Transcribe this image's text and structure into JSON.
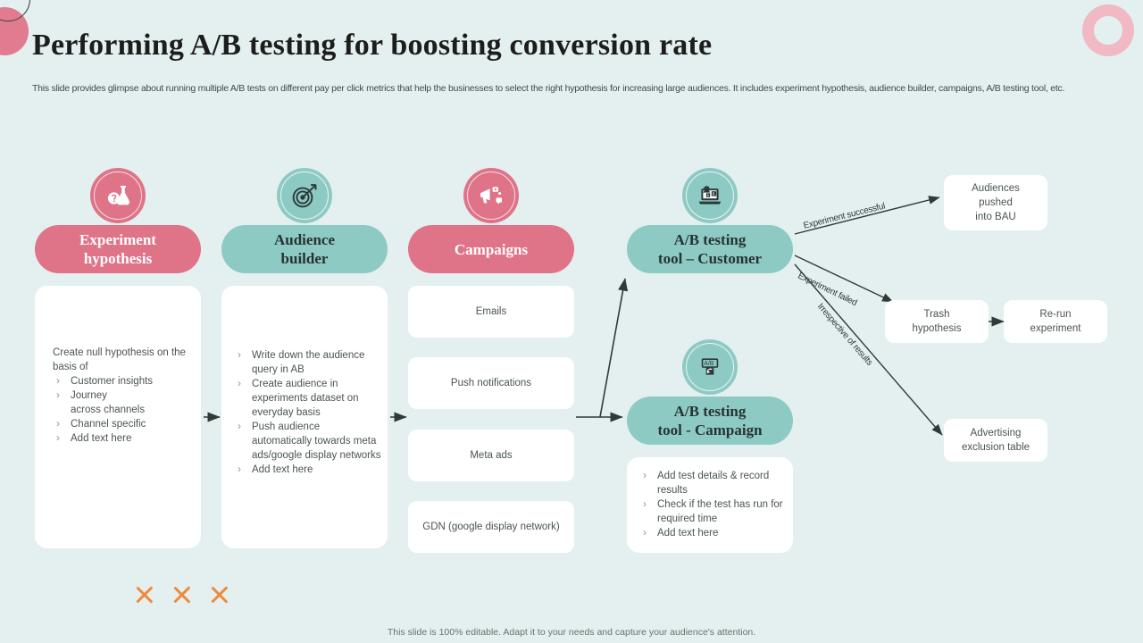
{
  "slide": {
    "title": "Performing A/B testing for boosting conversion rate",
    "subtitle": "This slide provides glimpse about running multiple A/B tests on different pay per click metrics that help the businesses to select the right hypothesis for increasing large audiences. It includes experiment hypothesis, audience builder, campaigns, A/B testing tool, etc.",
    "footer": "This slide is 100% editable. Adapt it to your needs and capture your audience's attention."
  },
  "colors": {
    "background": "#e4f0ef",
    "pink": "#df7489",
    "teal": "#8ecac4",
    "card": "#ffffff",
    "accent_orange": "#ef8a3c",
    "deco_pink_ring": "#f0b9c4",
    "text": "#4a5452"
  },
  "pillars": [
    {
      "id": "experiment-hypothesis",
      "label": "Experiment\nhypothesis",
      "label_line1": "Experiment",
      "label_line2": "hypothesis",
      "color": "pink",
      "icon": "flask-question-icon",
      "lead": "Create null hypothesis on the basis of",
      "bullets": [
        "Customer insights",
        "Journey\nacross channels",
        "Channel specific",
        "Add text here"
      ]
    },
    {
      "id": "audience-builder",
      "label": "Audience\nbuilder",
      "label_line1": "Audience",
      "label_line2": "builder",
      "color": "teal",
      "icon": "target-dart-icon",
      "lead": "",
      "bullets": [
        "Write down the audience query in AB",
        "Create audience in experiments dataset on everyday basis",
        "Push audience automatically towards meta ads/google display networks",
        "Add text here"
      ]
    },
    {
      "id": "campaigns",
      "label": "Campaigns",
      "label_line1": "Campaigns",
      "label_line2": "",
      "color": "pink",
      "icon": "megaphone-icon",
      "cards": [
        "Emails",
        "Push notifications",
        "Meta ads",
        "GDN (google display network)"
      ]
    },
    {
      "id": "ab-testing-tool-customer",
      "label": "A/B testing\ntool – Customer",
      "label_line1": "A/B testing",
      "label_line2": "tool – Customer",
      "color": "teal",
      "icon": "laptop-ab-test-icon"
    },
    {
      "id": "ab-testing-tool-campaign",
      "label": "A/B testing\ntool - Campaign",
      "label_line1": "A/B testing",
      "label_line2": "tool - Campaign",
      "color": "teal",
      "icon": "ab-swap-icon",
      "bullets": [
        "Add test details & record results",
        "Check if the test has run for required time",
        "Add text here"
      ]
    }
  ],
  "arrow_labels": {
    "successful": "Experiment successful",
    "failed": "Experiment failed",
    "irrespective": "Irrespective of results"
  },
  "outcomes": {
    "audiences_bau": "Audiences\npushed\ninto BAU",
    "audiences_bau_lines": [
      "Audiences",
      "pushed",
      "into BAU"
    ],
    "trash_hypothesis_lines": [
      "Trash",
      "hypothesis"
    ],
    "rerun_experiment_lines": [
      "Re-run",
      "experiment"
    ],
    "advertising_exclusion_lines": [
      "Advertising",
      "exclusion table"
    ]
  }
}
